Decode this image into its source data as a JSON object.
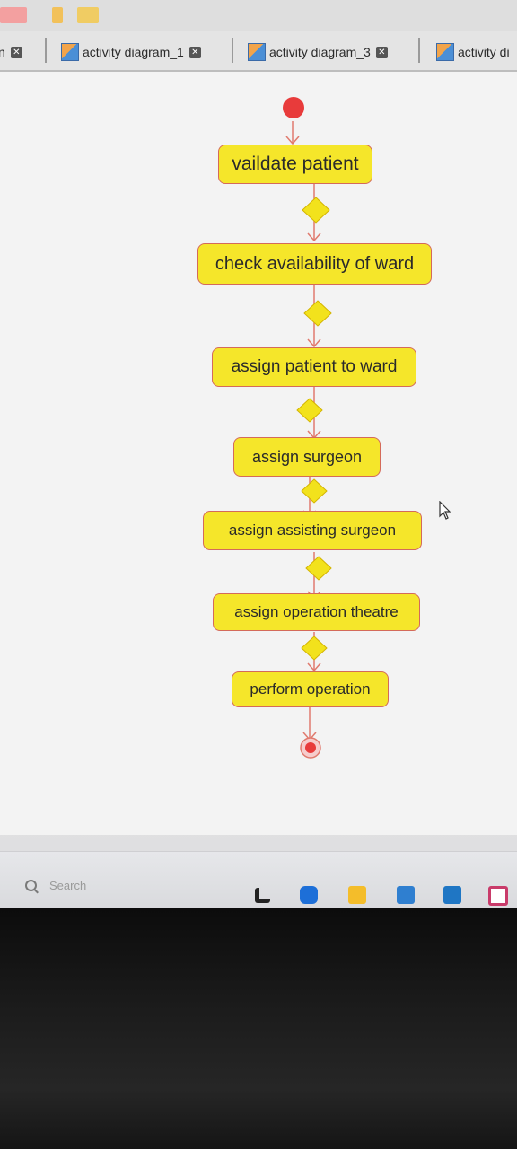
{
  "tabs": [
    {
      "label": "n"
    },
    {
      "label": "activity diagram_1"
    },
    {
      "label": "activity diagram_3"
    },
    {
      "label": "activity di"
    }
  ],
  "activities": [
    {
      "label": "vaildate patient"
    },
    {
      "label": "check availability of ward"
    },
    {
      "label": "assign patient to ward"
    },
    {
      "label": "assign surgeon"
    },
    {
      "label": "assign assisting surgeon"
    },
    {
      "label": "assign operation theatre"
    },
    {
      "label": "perform operation"
    }
  ],
  "taskbar": {
    "search_placeholder": "Search"
  },
  "colors": {
    "activity_fill": "#f5e62a",
    "activity_border": "#d46a5a",
    "decision_fill": "#f2e21c",
    "flow_line": "#e07a6e",
    "start_node": "#e83b3b"
  },
  "icons": [
    "close-icon",
    "diagram-file-icon",
    "search-icon",
    "mouse-cursor-icon"
  ]
}
